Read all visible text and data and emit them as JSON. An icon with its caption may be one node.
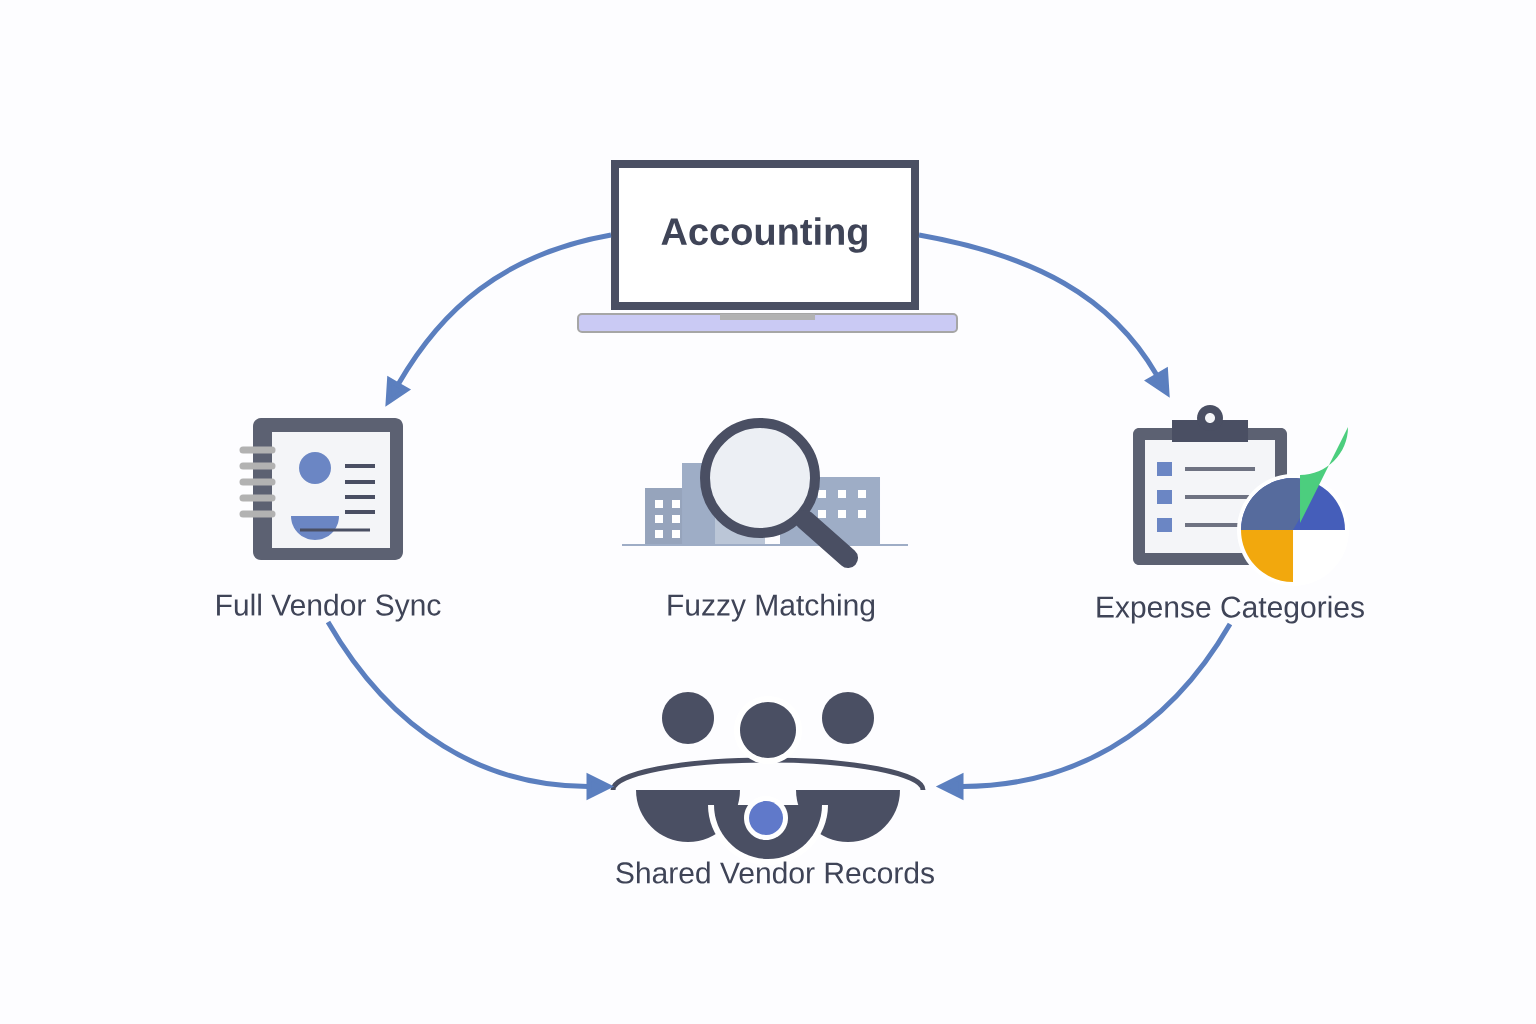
{
  "diagram": {
    "nodes": [
      {
        "text": [
          "Accounting"
        ]
      },
      {
        "text": [
          "Full Vendor Sync"
        ]
      },
      {
        "text": [
          "Fuzzy Matching"
        ]
      },
      {
        "text": [
          "Expense Categories"
        ]
      },
      {
        "text": [
          "Shared Vendor Records"
        ]
      }
    ],
    "edges": [
      {
        "from": 0,
        "to": 1,
        "arrow": "to"
      },
      {
        "from": 0,
        "to": 3,
        "arrow": "to"
      },
      {
        "from": 1,
        "to": 4,
        "arrow": "to"
      },
      {
        "from": 3,
        "to": 4,
        "arrow": "to"
      }
    ]
  }
}
